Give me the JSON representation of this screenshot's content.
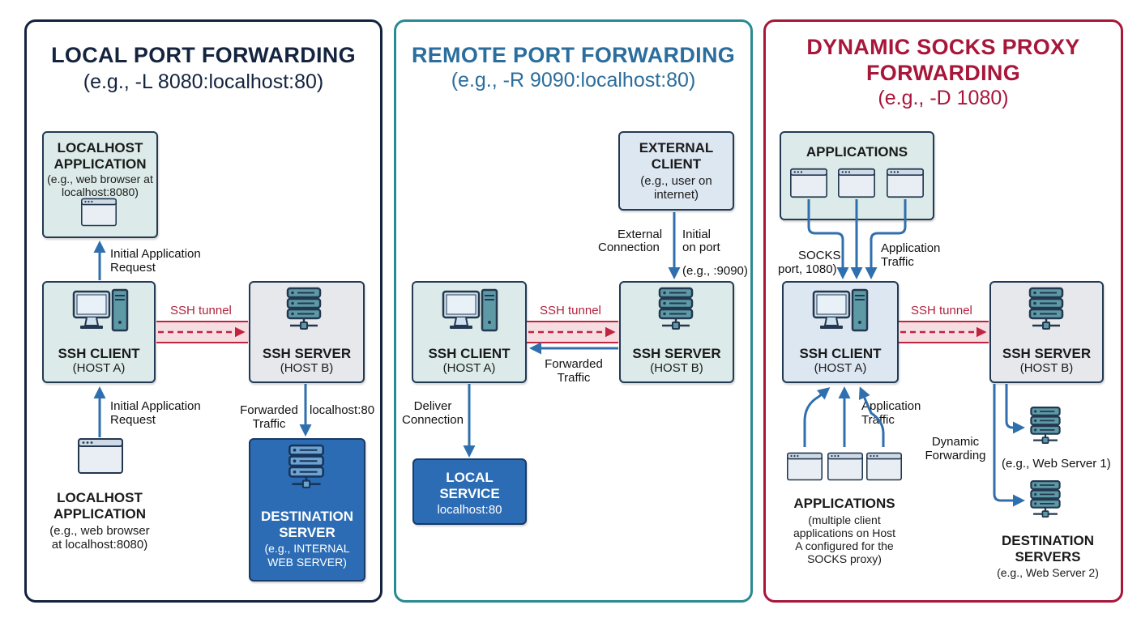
{
  "local": {
    "title": "LOCAL PORT FORWARDING",
    "example": "(e.g., -L 8080:localhost:80)",
    "app_top": {
      "name_1": "LOCALHOST",
      "name_2": "APPLICATION",
      "desc_1": "(e.g., web browser at",
      "desc_2": "localhost:8080)"
    },
    "label_request_top_1": "Initial Application",
    "label_request_top_2": "Request",
    "client": {
      "name": "SSH CLIENT",
      "host": "(HOST A)"
    },
    "tunnel_label": "SSH tunnel",
    "server": {
      "name": "SSH SERVER",
      "host": "(HOST B)"
    },
    "label_request_bottom_1": "Initial Application",
    "label_request_bottom_2": "Request",
    "label_forwarded_1": "Forwarded",
    "label_forwarded_2": "Traffic",
    "label_localhost": "localhost:80",
    "app_bottom": {
      "name_1": "LOCALHOST",
      "name_2": "APPLICATION",
      "desc_1": "(e.g., web browser",
      "desc_2": "at localhost:8080)"
    },
    "destination": {
      "name_1": "DESTINATION",
      "name_2": "SERVER",
      "desc_1": "(e.g., INTERNAL",
      "desc_2": "WEB SERVER)"
    }
  },
  "remote": {
    "title": "REMOTE PORT FORWARDING",
    "example": "(e.g., -R 9090:localhost:80)",
    "external": {
      "name_1": "EXTERNAL",
      "name_2": "CLIENT",
      "desc_1": "(e.g., user on",
      "desc_2": "internet)"
    },
    "label_external_1": "External",
    "label_external_2": "Connection",
    "label_initial_1": "Initial",
    "label_initial_2": "on port",
    "label_port": "(e.g., :9090)",
    "client": {
      "name": "SSH CLIENT",
      "host": "(HOST A)"
    },
    "tunnel_label": "SSH tunnel",
    "server": {
      "name": "SSH SERVER",
      "host": "(HOST B)"
    },
    "label_forwarded_1": "Forwarded",
    "label_forwarded_2": "Traffic",
    "label_deliver_1": "Deliver",
    "label_deliver_2": "Connection",
    "service": {
      "name_1": "LOCAL",
      "name_2": "SERVICE",
      "desc": "localhost:80"
    }
  },
  "dynamic": {
    "title_1": "DYNAMIC SOCKS PROXY",
    "title_2": "FORWARDING",
    "example": "(e.g., -D 1080)",
    "apps_top_label": "APPLICATIONS",
    "label_socks_1": "SOCKS",
    "label_socks_2": "port, 1080)",
    "label_app_traffic_top_1": "Application",
    "label_app_traffic_top_2": "Traffic",
    "client": {
      "name": "SSH CLIENT",
      "host": "(HOST A)"
    },
    "tunnel_label": "SSH tunnel",
    "server": {
      "name": "SSH SERVER",
      "host": "(HOST B)"
    },
    "label_app_traffic_bottom_1": "Application",
    "label_app_traffic_bottom_2": "Traffic",
    "label_dynamic_1": "Dynamic",
    "label_dynamic_2": "Forwarding",
    "web_server_1": "(e.g., Web Server 1)",
    "apps_bottom": {
      "name": "APPLICATIONS",
      "desc_1": "(multiple client",
      "desc_2": "applications on Host",
      "desc_3": "A configured for the",
      "desc_4": "SOCKS proxy)"
    },
    "destinations": {
      "name_1": "DESTINATION",
      "name_2": "SERVERS",
      "desc": "(e.g., Web Server 2)"
    }
  },
  "colors": {
    "navy": "#14243f",
    "teal": "#2a8a92",
    "crimson": "#a8163a",
    "arrow_blue": "#2f6fae",
    "tunnel_red": "#c0243f"
  }
}
